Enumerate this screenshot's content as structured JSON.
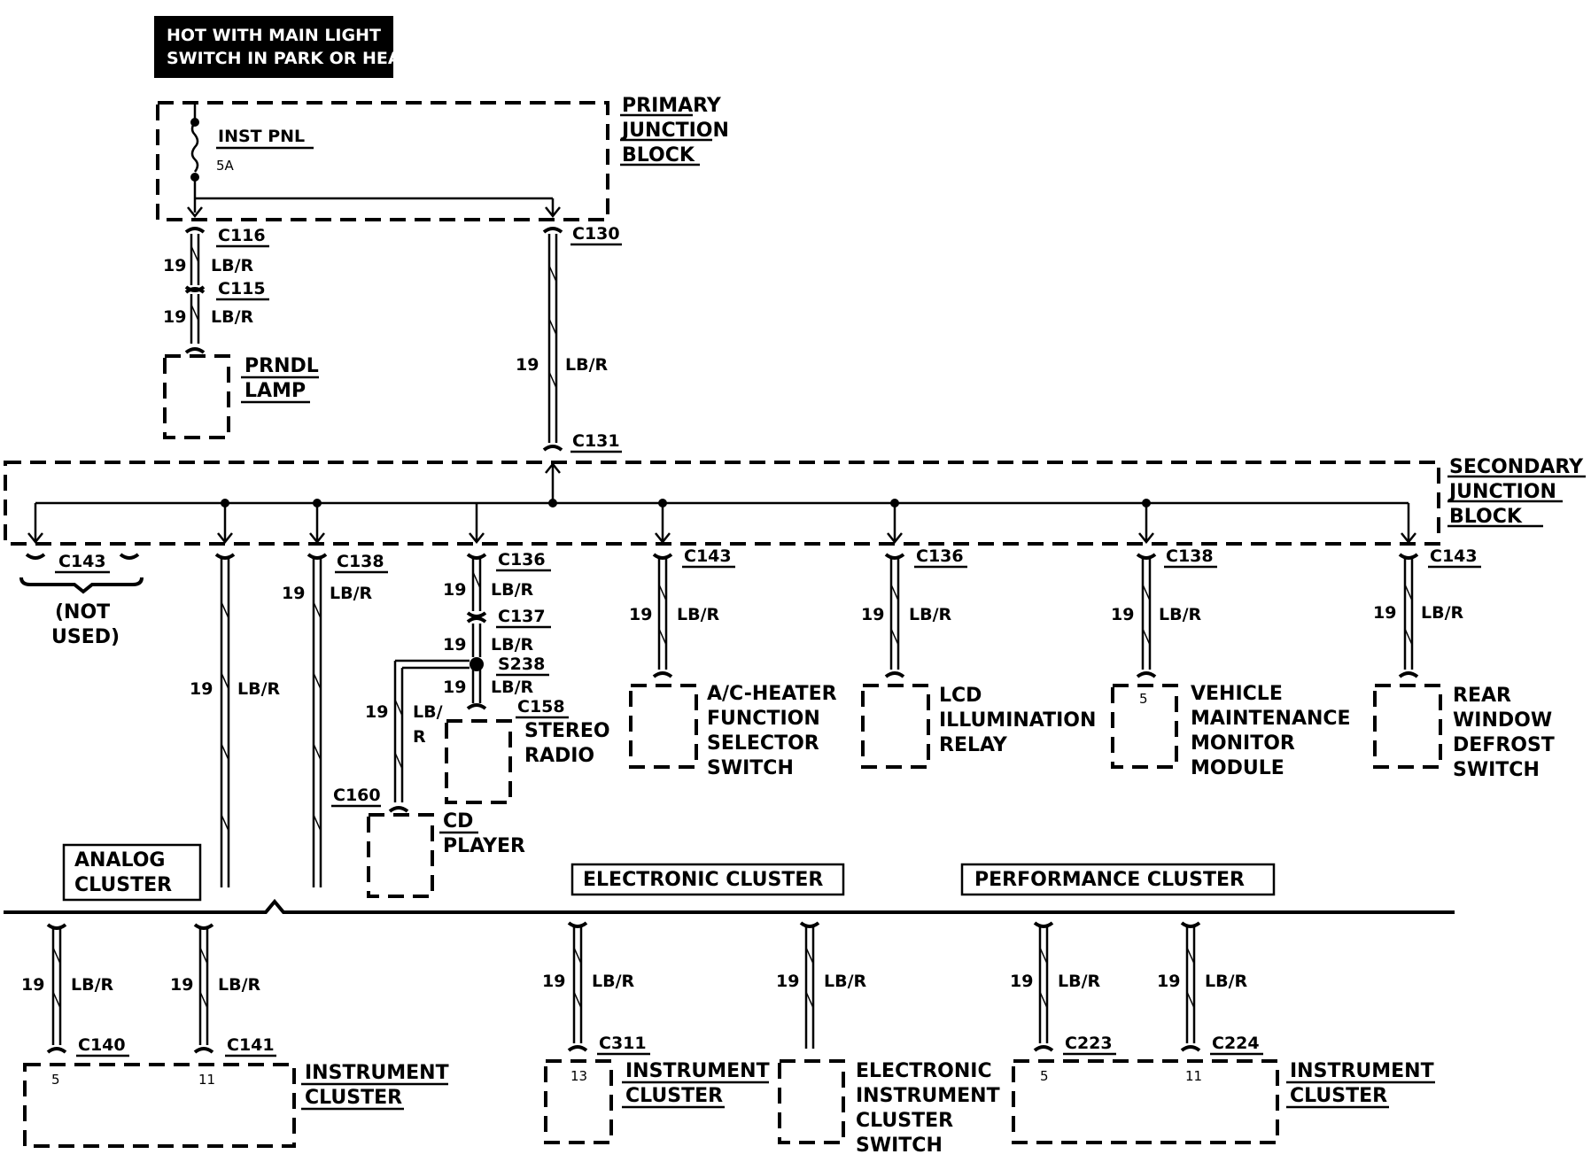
{
  "hot_note": [
    "HOT WITH MAIN LIGHT",
    "SWITCH IN  PARK OR HEAD"
  ],
  "primary_block": {
    "title": [
      "PRIMARY",
      "JUNCTION",
      "BLOCK"
    ],
    "fuse_label": "INST PNL",
    "fuse_rating": "5A"
  },
  "secondary_block": {
    "title": [
      "SECONDARY",
      "JUNCTION",
      "BLOCK"
    ]
  },
  "wire": {
    "gauge": "19",
    "color": "LB/R",
    "color_split": [
      "LB/",
      "R"
    ]
  },
  "connectors": {
    "c116": "C116",
    "c115": "C115",
    "c130": "C130",
    "c131": "C131",
    "c143_left": "C143",
    "c138_left": "C138",
    "c136_left": "C136",
    "c137": "C137",
    "s238": "S238",
    "c158": "C158",
    "c160": "C160",
    "c143_a": "C143",
    "c136_b": "C136",
    "c138_b": "C138",
    "c143_c": "C143",
    "c140": "C140",
    "c141": "C141",
    "c311": "C311",
    "c223": "C223",
    "c224": "C224"
  },
  "not_used": [
    "(NOT",
    "USED)"
  ],
  "components": {
    "prndl": [
      "PRNDL",
      "LAMP"
    ],
    "stereo": [
      "STEREO",
      "RADIO"
    ],
    "cd": [
      "CD",
      "PLAYER"
    ],
    "ac_heater": [
      "A/C-HEATER",
      "FUNCTION",
      "SELECTOR",
      "SWITCH"
    ],
    "lcd": [
      "LCD",
      "ILLUMINATION",
      "RELAY"
    ],
    "vmm": [
      "VEHICLE",
      "MAINTENANCE",
      "MONITOR",
      "MODULE"
    ],
    "rear_defrost": [
      "REAR",
      "WINDOW",
      "DEFROST",
      "SWITCH"
    ],
    "inst_cluster_analog": [
      "INSTRUMENT",
      "CLUSTER"
    ],
    "inst_cluster_electronic": [
      "INSTRUMENT",
      "CLUSTER"
    ],
    "eic_switch": [
      "ELECTRONIC",
      "INSTRUMENT",
      "CLUSTER",
      "SWITCH"
    ],
    "inst_cluster_perf": [
      "INSTRUMENT",
      "CLUSTER"
    ]
  },
  "pins": {
    "vmm": "5",
    "c140": "5",
    "c141": "11",
    "c311": "13",
    "c223": "5",
    "c224": "11"
  },
  "cluster_options": {
    "analog": [
      "ANALOG",
      "CLUSTER"
    ],
    "electronic": "ELECTRONIC CLUSTER",
    "performance": "PERFORMANCE CLUSTER"
  }
}
